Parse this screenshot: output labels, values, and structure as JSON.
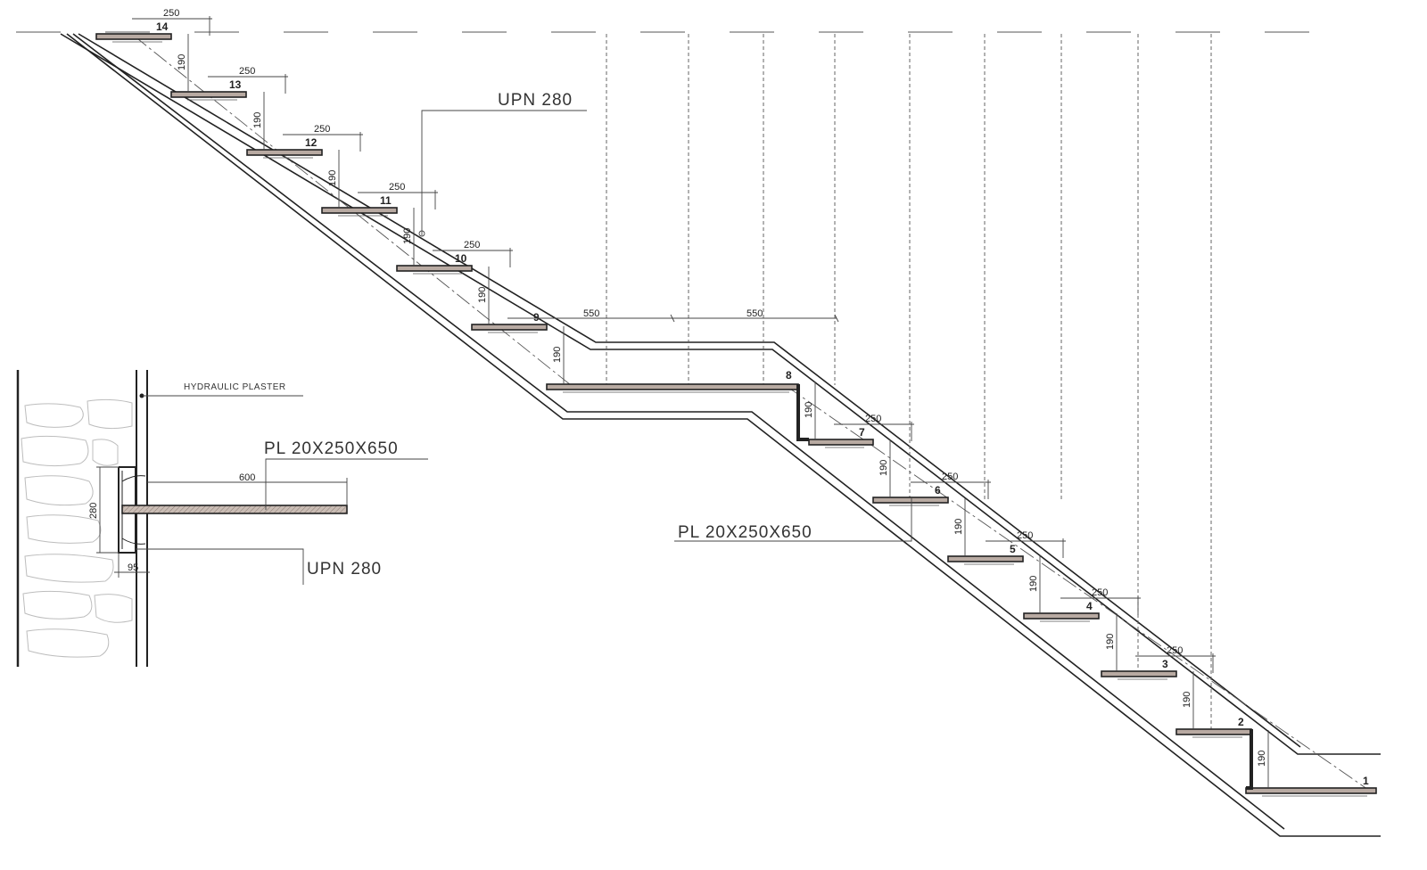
{
  "drawing": {
    "step_numbers": [
      "1",
      "2",
      "3",
      "4",
      "5",
      "6",
      "7",
      "8",
      "9",
      "10",
      "11",
      "12",
      "13",
      "14"
    ],
    "tread_label": "250",
    "riser_label": "190",
    "landing_label": "550",
    "labels": {
      "upn_top": "UPN 280",
      "pl_main": "PL 20X250X650"
    }
  },
  "detail": {
    "hydraulic_plaster": "HYDRAULIC PLASTER",
    "plate": "PL 20X250X650",
    "plate_length": "600",
    "channel_height": "280",
    "channel_width": "95",
    "channel": "UPN 280"
  }
}
